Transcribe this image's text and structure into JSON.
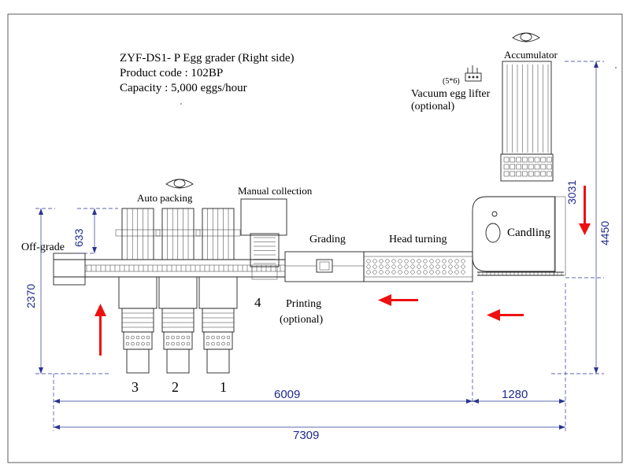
{
  "title": "ZYF-DS1- P Egg grader (Right side)",
  "product_code": "Product code : 102BP",
  "capacity": "Capacity : 5,000 eggs/hour",
  "labels": {
    "accumulator": "Accumulator",
    "vacuum_count": "(5*6)",
    "vacuum_line1": "Vacuum egg lifter",
    "vacuum_line2": "(optional)",
    "auto_packing": "Auto packing",
    "manual_collection": "Manual collection",
    "off_grade": "Off-grade",
    "grading": "Grading",
    "head_turning": "Head turning",
    "candling": "Candling",
    "printing_line1": "Printing",
    "printing_line2": "(optional)",
    "station_4": "4",
    "station_3": "3",
    "station_2": "2",
    "station_1": "1"
  },
  "dimensions": {
    "d633": "633",
    "d2370": "2370",
    "d3031": "3031",
    "d4450": "4450",
    "d6009": "6009",
    "d1280": "1280",
    "d7309": "7309"
  },
  "colors": {
    "dimension": "#1f2a8c",
    "arrow": "#e11111",
    "line": "#222222"
  }
}
